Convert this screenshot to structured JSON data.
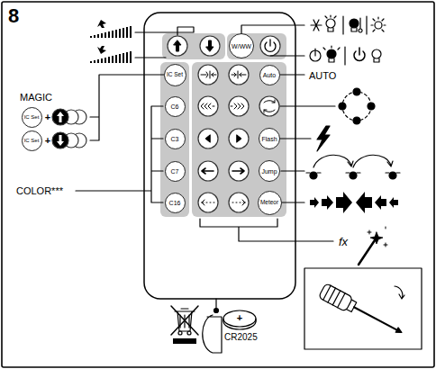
{
  "diagram": {
    "nodes": [
      {
        "text": [
          "W/WW"
        ]
      },
      {
        "text": [
          "IC Set"
        ]
      },
      {
        "text": [
          "Auto"
        ]
      },
      {
        "text": [
          "IC Set"
        ]
      },
      {
        "text": [
          "C6"
        ]
      },
      {
        "text": [
          "Flash"
        ]
      },
      {
        "text": [
          "IC Set"
        ]
      },
      {
        "text": [
          "C3"
        ]
      },
      {
        "text": [
          "Jump"
        ]
      },
      {
        "text": [
          "C7"
        ]
      },
      {
        "text": [
          "C16"
        ]
      },
      {
        "text": [
          "Meteor"
        ]
      }
    ],
    "labels": [
      "8",
      "MAGIC",
      "+",
      "+",
      "AUTO",
      "COLOR***",
      "fx",
      "+",
      "CR2025"
    ]
  }
}
